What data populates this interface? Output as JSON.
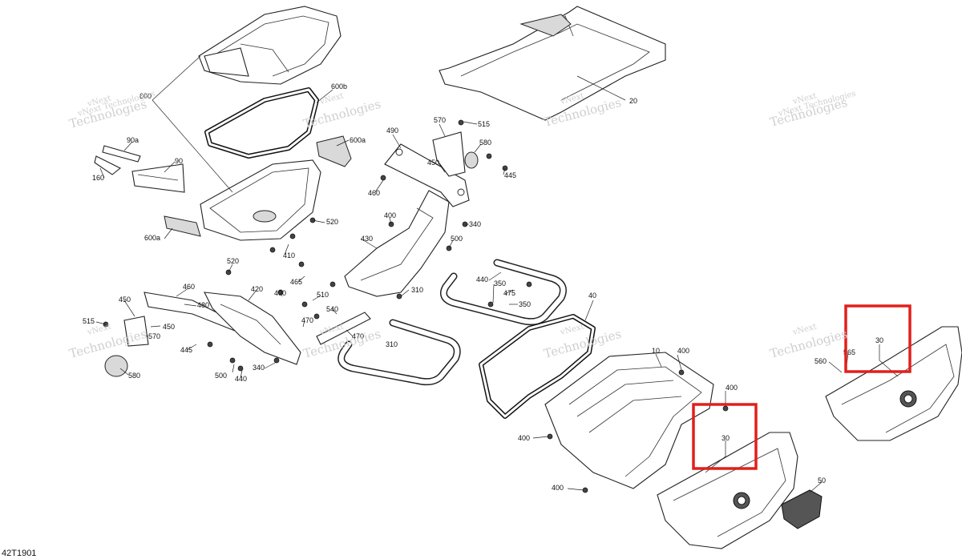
{
  "figure": {
    "reference": "42T1901",
    "callouts": [
      "600",
      "600b",
      "600a",
      "600a",
      "90a",
      "90",
      "160",
      "490",
      "570",
      "515",
      "580",
      "450",
      "445",
      "460",
      "400",
      "340",
      "500",
      "430",
      "520",
      "410",
      "520",
      "460",
      "450",
      "515",
      "480",
      "570",
      "450",
      "445",
      "580",
      "420",
      "465",
      "400",
      "510",
      "470",
      "500",
      "440",
      "340",
      "540",
      "470",
      "310",
      "440",
      "310",
      "350",
      "475",
      "350",
      "40",
      "10",
      "400",
      "400",
      "400",
      "400",
      "30",
      "30",
      "565",
      "560",
      "50",
      "20"
    ]
  },
  "watermark": {
    "line1": "vNext",
    "line2": "Technologies",
    "combined": "vNext Technologies"
  },
  "highlights": [
    {
      "callout": "30",
      "color": "#e0201c"
    },
    {
      "callout": "30",
      "color": "#e0201c"
    }
  ]
}
